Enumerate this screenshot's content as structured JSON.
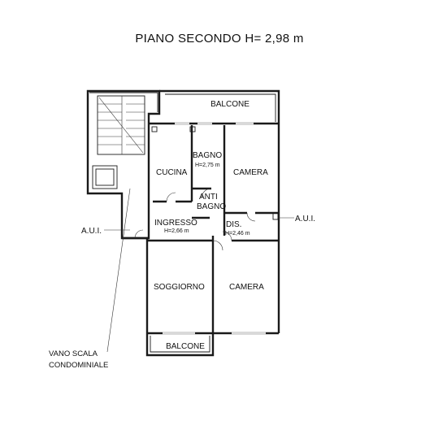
{
  "title": "PIANO  SECONDO H= 2,98 m",
  "rooms": {
    "balcone_top": "BALCONE",
    "bagno": "BAGNO",
    "bagno_height": "H=2,75 m",
    "cucina": "CUCINA",
    "camera_top": "CAMERA",
    "antibagno_line1": "ANTI",
    "antibagno_line2": "BAGNO",
    "ingresso": "INGRESSO",
    "ingresso_height": "H=2,66 m",
    "dis": "DIS.",
    "dis_height": "H=2,46 m",
    "soggiorno": "SOGGIORNO",
    "camera_bottom": "CAMERA",
    "balcone_bottom": "BALCONE"
  },
  "labels": {
    "aui_left": "A.U.I.",
    "aui_right": "A.U.I.",
    "vano_line1": "VANO SCALA",
    "vano_line2": "CONDOMINIALE"
  }
}
